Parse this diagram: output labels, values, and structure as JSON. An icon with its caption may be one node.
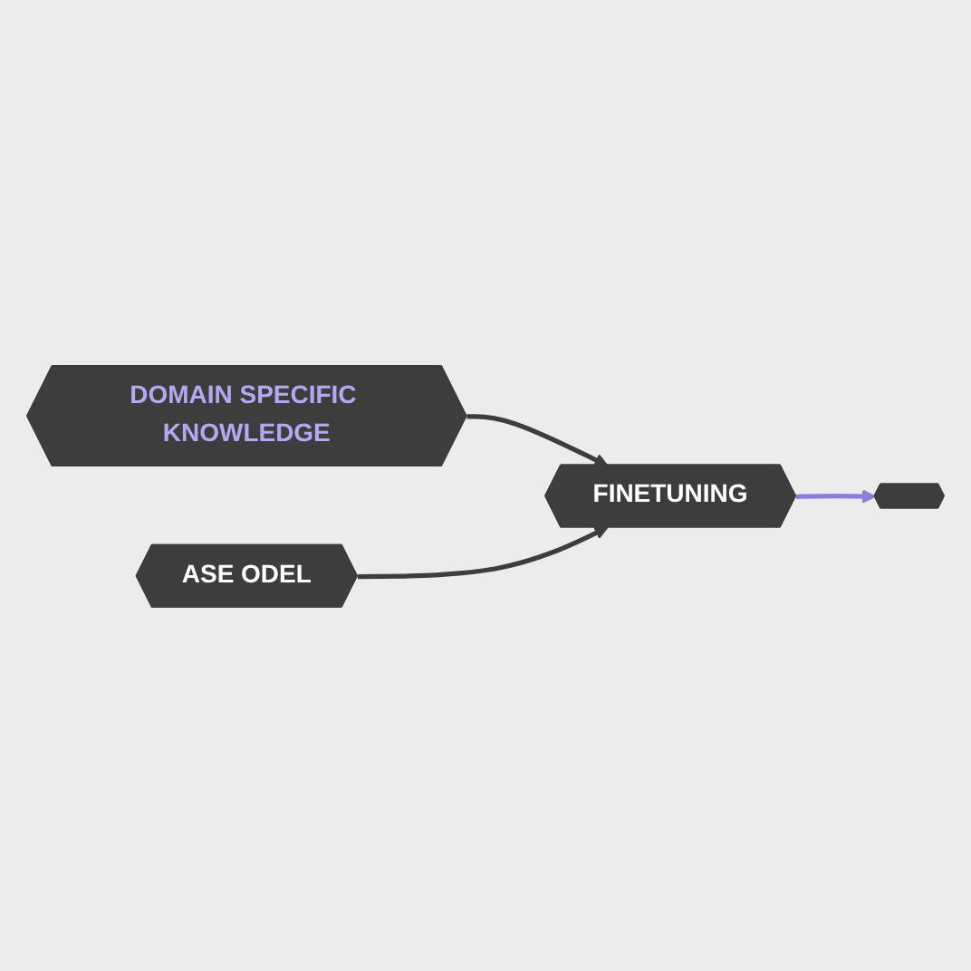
{
  "diagram": {
    "nodes": [
      {
        "text": [
          "DOMAIN SPECIFIC KNOWLEDGE"
        ]
      },
      {
        "text": [
          "ASE ODEL"
        ]
      },
      {
        "text": [
          "FINETUNING"
        ]
      },
      {
        "text": [],
        "shape": "hexagon"
      }
    ],
    "edges": [
      {
        "from": 0,
        "to": 2,
        "arrow": "to"
      },
      {
        "from": 1,
        "to": 2,
        "arrow": "to"
      },
      {
        "from": 2,
        "to": 3,
        "arrow": "to",
        "color": "#8a7fd8"
      }
    ]
  }
}
